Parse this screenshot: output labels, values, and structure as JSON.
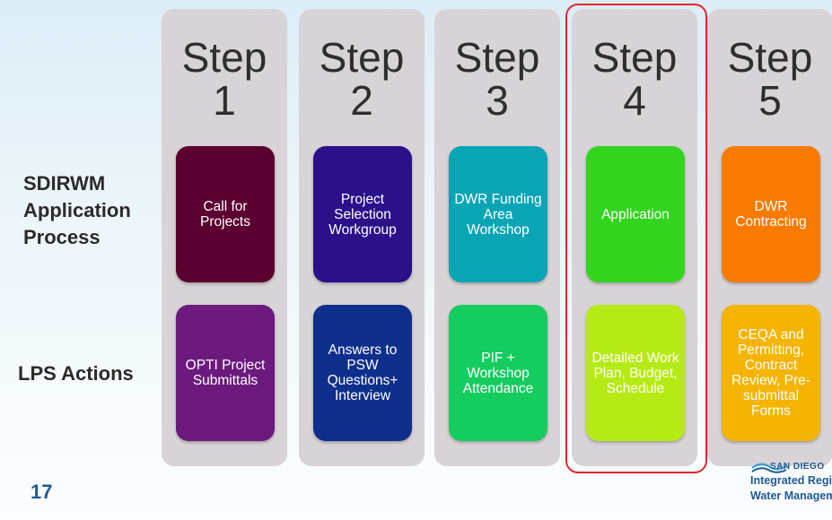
{
  "row_labels": {
    "application_process": "SDIRWM Application Process",
    "lps_actions": "LPS Actions"
  },
  "page_number": "17",
  "steps": [
    {
      "title_line1": "Step",
      "title_line2": "1",
      "top_box": {
        "text": "Call for Projects",
        "color": "#5b0030"
      },
      "bottom_box": {
        "text": "OPTI Project Submittals",
        "color": "#6c1a7e"
      }
    },
    {
      "title_line1": "Step",
      "title_line2": "2",
      "top_box": {
        "text": "Project Selection Workgroup",
        "color": "#2b108a"
      },
      "bottom_box": {
        "text": "Answers to PSW Questions+ Interview",
        "color": "#0f2f8c"
      }
    },
    {
      "title_line1": "Step",
      "title_line2": "3",
      "top_box": {
        "text": "DWR Funding Area Workshop",
        "color": "#0aa5b5"
      },
      "bottom_box": {
        "text": "PIF + Workshop Attendance",
        "color": "#15cc5e"
      }
    },
    {
      "title_line1": "Step",
      "title_line2": "4",
      "highlighted": true,
      "top_box": {
        "text": "Application",
        "color": "#33d41e"
      },
      "bottom_box": {
        "text": "Detailed Work Plan, Budget, Schedule",
        "color": "#b6ea14"
      }
    },
    {
      "title_line1": "Step",
      "title_line2": "5",
      "top_box": {
        "text": "DWR Contracting",
        "color": "#f87a00"
      },
      "bottom_box": {
        "text": "CEQA and Permitting, Contract Review, Pre-submittal Forms",
        "color": "#f4b400"
      }
    }
  ],
  "highlight_color": "#e0262c",
  "logo": {
    "city": "SAN DIEGO",
    "line1": "Integrated Regional",
    "line2": "Water Management"
  }
}
